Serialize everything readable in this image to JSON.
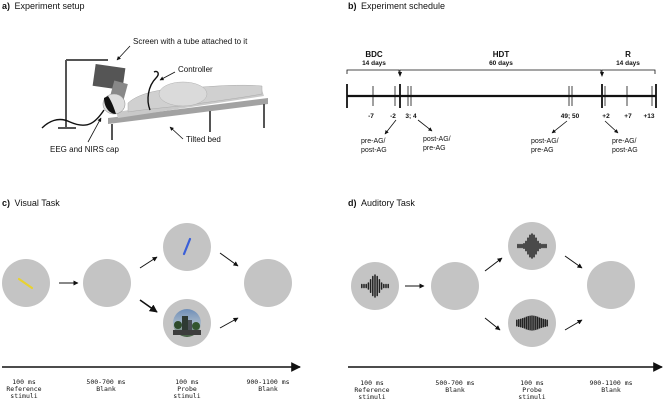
{
  "panel_a": {
    "letter": "a)",
    "title": "Experiment setup",
    "labels": {
      "screen": "Screen with a tube attached to it",
      "controller": "Controller",
      "eeg": "EEG and NIRS cap",
      "bed": "Tilted bed"
    }
  },
  "panel_b": {
    "letter": "b)",
    "title": "Experiment schedule",
    "phases": {
      "bdc": {
        "name": "BDC",
        "duration": "14 days"
      },
      "hdt": {
        "name": "HDT",
        "duration": "60 days"
      },
      "r": {
        "name": "R",
        "duration": "14 days"
      }
    },
    "days": {
      "d1": "-7",
      "d2": "-2",
      "d3": "3; 4",
      "d4": "49; 50",
      "d5": "+2",
      "d6": "+7",
      "d7": "+13"
    },
    "annotations": {
      "a1": {
        "line1": "pre-AG/",
        "line2": "post-AG"
      },
      "a2": {
        "line1": "post-AG/",
        "line2": "pre-AG"
      },
      "a3": {
        "line1": "post-AG/",
        "line2": "pre-AG"
      },
      "a4": {
        "line1": "pre-AG/",
        "line2": "post-AG"
      }
    }
  },
  "panel_c": {
    "letter": "c)",
    "title": "Visual Task",
    "timeline": {
      "t1": {
        "line1": "100 ms",
        "line2": "Reference",
        "line3": "stimuli"
      },
      "t2": {
        "line1": "500-700 ms",
        "line2": "Blank"
      },
      "t3": {
        "line1": "100 ms",
        "line2": "Probe",
        "line3": "stimuli"
      },
      "t4": {
        "line1": "900-1100 ms",
        "line2": "Blank"
      }
    }
  },
  "panel_d": {
    "letter": "d)",
    "title": "Auditory Task",
    "timeline": {
      "t1": {
        "line1": "100 ms",
        "line2": "Reference",
        "line3": "stimuli"
      },
      "t2": {
        "line1": "500-700 ms",
        "line2": "Blank"
      },
      "t3": {
        "line1": "100 ms",
        "line2": "Probe",
        "line3": "stimuli"
      },
      "t4": {
        "line1": "900-1100 ms",
        "line2": "Blank"
      }
    }
  },
  "colors": {
    "circle": "#c4c4c4",
    "reference_line": "#e8d230",
    "probe_line": "#3a5fd8"
  }
}
